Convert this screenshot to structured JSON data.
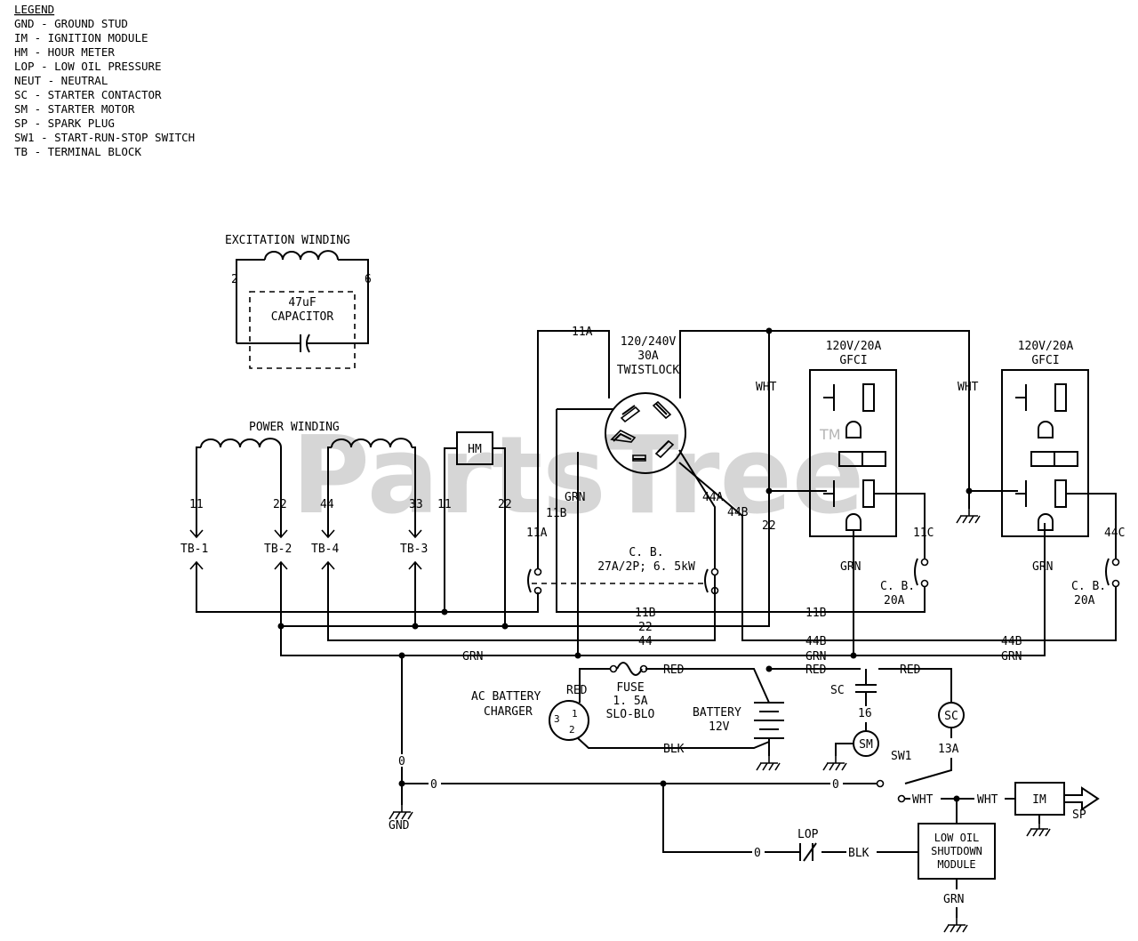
{
  "legend": {
    "title": "LEGEND",
    "items": [
      "GND - GROUND STUD",
      "IM - IGNITION MODULE",
      "HM - HOUR METER",
      "LOP - LOW OIL PRESSURE",
      "NEUT - NEUTRAL",
      "SC - STARTER CONTACTOR",
      "SM - STARTER MOTOR",
      "SP - SPARK PLUG",
      "SW1 - START-RUN-STOP SWITCH",
      "TB - TERMINAL BLOCK"
    ]
  },
  "watermark": {
    "text": "PartsTree",
    "tm": "TM"
  },
  "excitation": {
    "title": "EXCITATION WINDING",
    "left_terminal": "2",
    "right_terminal": "6",
    "capacitor_line1": "47uF",
    "capacitor_line2": "CAPACITOR"
  },
  "power_winding": {
    "title": "POWER WINDING",
    "leads": [
      "11",
      "22",
      "44",
      "33",
      "11",
      "22"
    ],
    "terminal_blocks": [
      "TB-1",
      "TB-2",
      "TB-4",
      "TB-3"
    ]
  },
  "hour_meter": "HM",
  "twistlock": {
    "line1": "120/240V",
    "line2": "30A",
    "line3": "TWISTLOCK"
  },
  "breaker_main": {
    "line1": "C. B.",
    "line2": "27A/2P; 6. 5kW"
  },
  "gfci_left": {
    "line1": "120V/20A",
    "line2": "GFCI",
    "breaker_id": "11C",
    "cb1": "C. B.",
    "cb2": "20A",
    "ground": "GRN"
  },
  "gfci_right": {
    "line1": "120V/20A",
    "line2": "GFCI",
    "breaker_id": "44C",
    "cb1": "C. B.",
    "cb2": "20A",
    "ground": "GRN"
  },
  "wire_labels": {
    "a11": "11A",
    "a11b": "11A",
    "b11": "11B",
    "b11_bus": "11B",
    "b11_bus2": "11B",
    "w22": "22",
    "w22_bus": "22",
    "w44": "44",
    "a44": "44A",
    "b44": "44B",
    "b44_bus": "44B",
    "b44_bus2": "44B",
    "wht1": "WHT",
    "wht2": "WHT",
    "grn_tw": "GRN",
    "grn_bus1": "GRN",
    "grn_bus2": "GRN",
    "grn_bus3": "GRN",
    "red1": "RED",
    "red2": "RED",
    "red3": "RED",
    "red4": "RED",
    "blk1": "BLK",
    "blk2": "BLK",
    "wht3": "WHT",
    "wht4": "WHT",
    "grn_mod": "GRN",
    "w16": "16",
    "a13": "13A",
    "zero1": "0",
    "zero2": "0",
    "zero3": "0",
    "zero4": "0"
  },
  "charger": {
    "line1": "AC BATTERY",
    "line2": "CHARGER",
    "pin3": "3",
    "pin1": "1",
    "pin2": "2"
  },
  "fuse": {
    "line1": "FUSE",
    "line2": "1. 5A",
    "line3": "SLO-BLO"
  },
  "battery": {
    "line1": "BATTERY",
    "line2": "12V"
  },
  "starter": {
    "contactor": "SC",
    "motor": "SM",
    "solenoid": "SC",
    "switch": "SW1"
  },
  "ignition": {
    "module": "IM",
    "spark": "SP"
  },
  "lop": "LOP",
  "shutdown": {
    "line1": "LOW OIL",
    "line2": "SHUTDOWN",
    "line3": "MODULE"
  },
  "ground_label": "GND"
}
